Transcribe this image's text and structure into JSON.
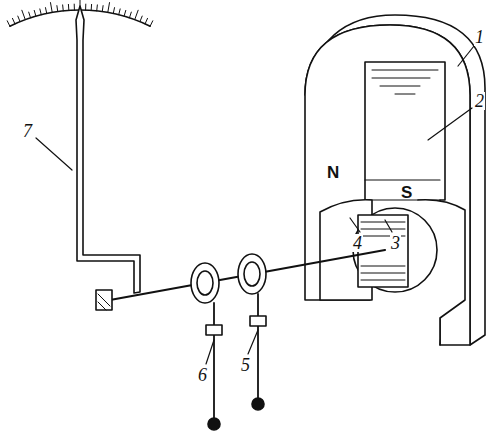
{
  "diagram": {
    "labels": [
      "7",
      "1",
      "2",
      "N",
      "S",
      "4",
      "3",
      "6",
      "5"
    ]
  }
}
